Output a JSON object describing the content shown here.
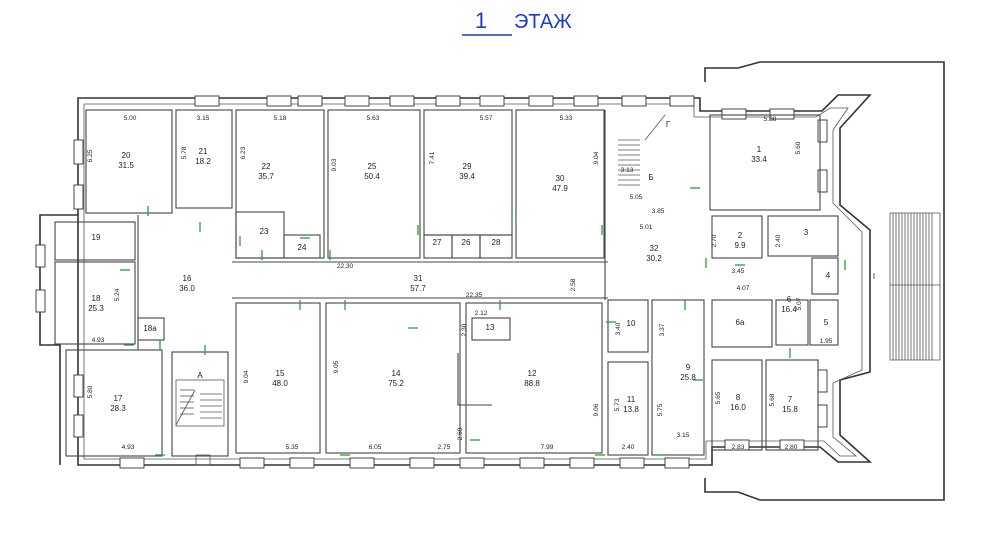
{
  "title": {
    "number": "1",
    "word": "ЭТАЖ"
  },
  "rooms": [
    {
      "id": "20",
      "area": "31.5"
    },
    {
      "id": "21",
      "area": "18.2"
    },
    {
      "id": "22",
      "area": "35.7"
    },
    {
      "id": "25",
      "area": "50.4"
    },
    {
      "id": "29",
      "area": "39.4"
    },
    {
      "id": "30",
      "area": "47.9"
    },
    {
      "id": "Б",
      "area": ""
    },
    {
      "id": "1",
      "area": "33.4"
    },
    {
      "id": "19",
      "area": ""
    },
    {
      "id": "23",
      "area": ""
    },
    {
      "id": "24",
      "area": ""
    },
    {
      "id": "27",
      "area": ""
    },
    {
      "id": "26",
      "area": ""
    },
    {
      "id": "28",
      "area": ""
    },
    {
      "id": "2",
      "area": "9.9"
    },
    {
      "id": "3",
      "area": ""
    },
    {
      "id": "32",
      "area": "30.2"
    },
    {
      "id": "16",
      "area": "36.0"
    },
    {
      "id": "31",
      "area": "57.7"
    },
    {
      "id": "4",
      "area": ""
    },
    {
      "id": "18",
      "area": "25.3"
    },
    {
      "id": "6",
      "area": "16.4"
    },
    {
      "id": "18а",
      "area": ""
    },
    {
      "id": "13",
      "area": ""
    },
    {
      "id": "10",
      "area": ""
    },
    {
      "id": "6а",
      "area": ""
    },
    {
      "id": "5",
      "area": ""
    },
    {
      "id": "15",
      "area": "48.0"
    },
    {
      "id": "14",
      "area": "75.2"
    },
    {
      "id": "12",
      "area": "88.8"
    },
    {
      "id": "9",
      "area": "25.8"
    },
    {
      "id": "17",
      "area": "28.3"
    },
    {
      "id": "А",
      "area": ""
    },
    {
      "id": "11",
      "area": "13.8"
    },
    {
      "id": "8",
      "area": "16.0"
    },
    {
      "id": "7",
      "area": "15.8"
    }
  ],
  "marks": [
    "Г",
    "I"
  ],
  "dimensions": [
    "5.00",
    "3.15",
    "5.18",
    "5.63",
    "5.57",
    "5.33",
    "5.88",
    "6.25",
    "5.78",
    "6.23",
    "9.03",
    "7.41",
    "9.04",
    "5.60",
    "3.13",
    "5.05",
    "3.85",
    "5.01",
    "2.70",
    "2.40",
    "22.30",
    "3.45",
    "4.07",
    "5.07",
    "5.24",
    "2.58",
    "22.35",
    "2.12",
    "2.30",
    "3.40",
    "3.37",
    "4.93",
    "9.04",
    "9.05",
    "9.06",
    "5.80",
    "5.73",
    "5.75",
    "5.65",
    "5.68",
    "4.93",
    "5.35",
    "6.05",
    "2.75",
    "2.69",
    "7.99",
    "2.40",
    "3.15",
    "2.83",
    "2.80",
    "1.95"
  ]
}
